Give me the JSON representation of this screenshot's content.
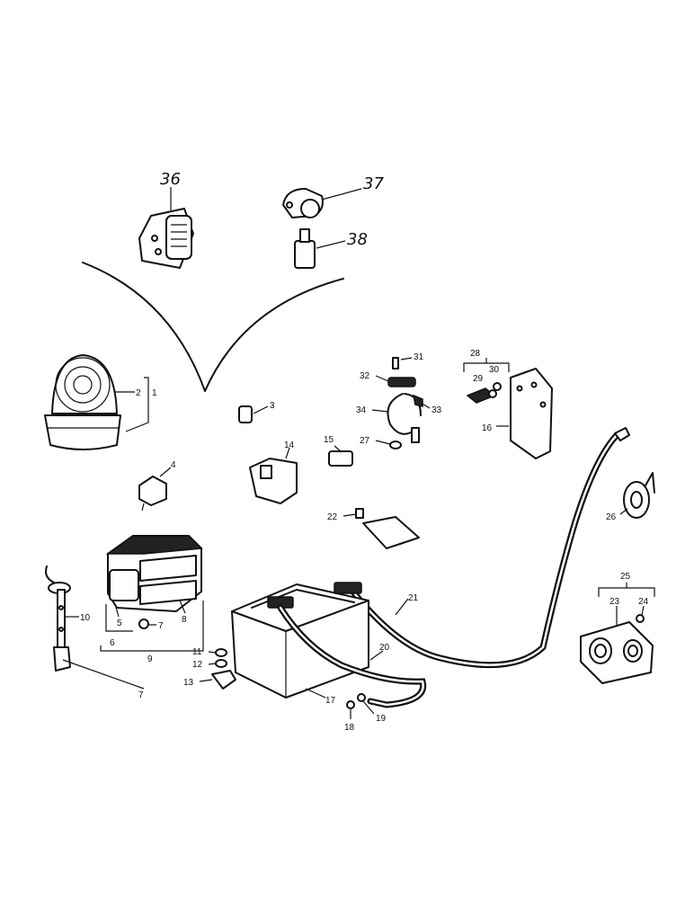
{
  "callouts": {
    "c1": "1",
    "c2": "2",
    "c3": "3",
    "c4": "4",
    "c5": "5",
    "c6": "6",
    "c7a": "7",
    "c7b": "7",
    "c8": "8",
    "c9": "9",
    "c10": "10",
    "c11": "11",
    "c12": "12",
    "c13": "13",
    "c14": "14",
    "c15": "15",
    "c16": "16",
    "c17": "17",
    "c18": "18",
    "c19": "19",
    "c20": "20",
    "c21": "21",
    "c22": "22",
    "c23": "23",
    "c24": "24",
    "c25": "25",
    "c26": "26",
    "c27": "27",
    "c28": "28",
    "c29": "29",
    "c30": "30",
    "c31": "31",
    "c32": "32",
    "c33": "33",
    "c34": "34",
    "c36": "36",
    "c37": "37",
    "c38": "38"
  }
}
